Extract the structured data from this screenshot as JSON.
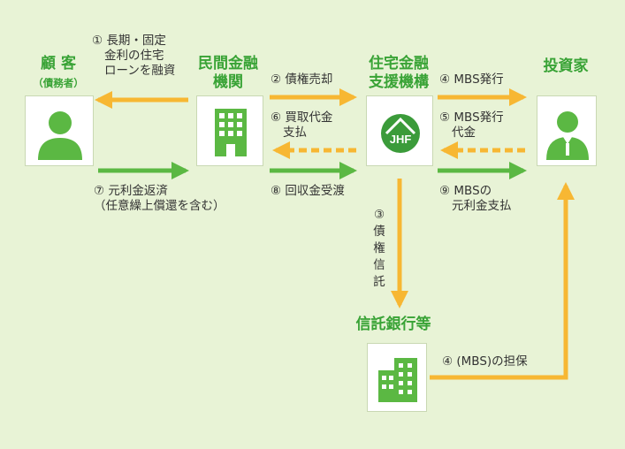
{
  "nodes": {
    "customer": {
      "title": "顧 客",
      "subtitle": "（債務者）"
    },
    "private_bank": {
      "title_line1": "民間金融",
      "title_line2": "機関"
    },
    "jhf": {
      "title_line1": "住宅金融",
      "title_line2": "支援機構",
      "logo_text": "JHF"
    },
    "investor": {
      "title": "投資家"
    },
    "trust_bank": {
      "title": "信託銀行等"
    }
  },
  "flows": {
    "f1": {
      "line1": "① 長期・固定",
      "line2": "金利の住宅",
      "line3": "ローンを融資"
    },
    "f2": {
      "text": "② 債権売却"
    },
    "f3": {
      "num": "③",
      "chars": [
        "債",
        "権",
        "信",
        "託"
      ]
    },
    "f4a": {
      "text": "④ MBS発行"
    },
    "f4b": {
      "text": "④ (MBS)の担保"
    },
    "f5": {
      "line1": "⑤ MBS発行",
      "line2": "代金"
    },
    "f6": {
      "line1": "⑥ 買取代金",
      "line2": "支払"
    },
    "f7": {
      "line1": "⑦ 元利金返済",
      "line2": "（任意繰上償還を含む）"
    },
    "f8": {
      "text": "⑧ 回収金受渡"
    },
    "f9": {
      "line1": "⑨ MBSの",
      "line2": "元利金支払"
    }
  },
  "colors": {
    "green": "#5bb843",
    "orange": "#f7b733",
    "title_green": "#39a336",
    "background": "#e8f3d6"
  }
}
